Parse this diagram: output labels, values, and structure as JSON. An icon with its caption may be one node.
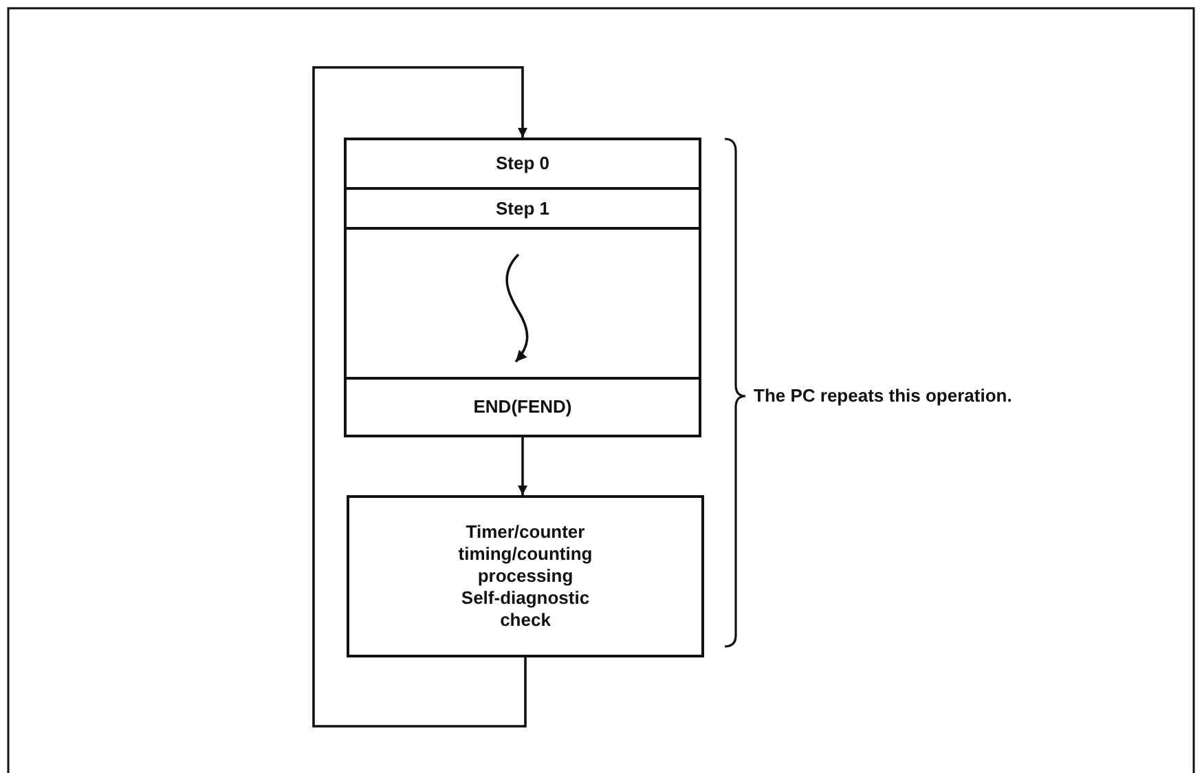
{
  "diagram": {
    "nodes": [
      {
        "text": [],
        "shape": "box"
      },
      {
        "text": [
          "Step 0"
        ],
        "in": 0
      },
      {
        "text": [
          "Step 1"
        ],
        "in": 0
      },
      {
        "text": [
          "END(FEND)"
        ],
        "in": 0
      },
      {
        "text": [
          "Timer/counter timing/counting processing Self-diagnostic check"
        ]
      }
    ],
    "edges": [
      {
        "from": 3,
        "to": 4,
        "arrow": "to"
      },
      {
        "from": 4,
        "to": 0,
        "arrow": "to"
      }
    ],
    "labels": [
      "The PC repeats this operation."
    ]
  }
}
